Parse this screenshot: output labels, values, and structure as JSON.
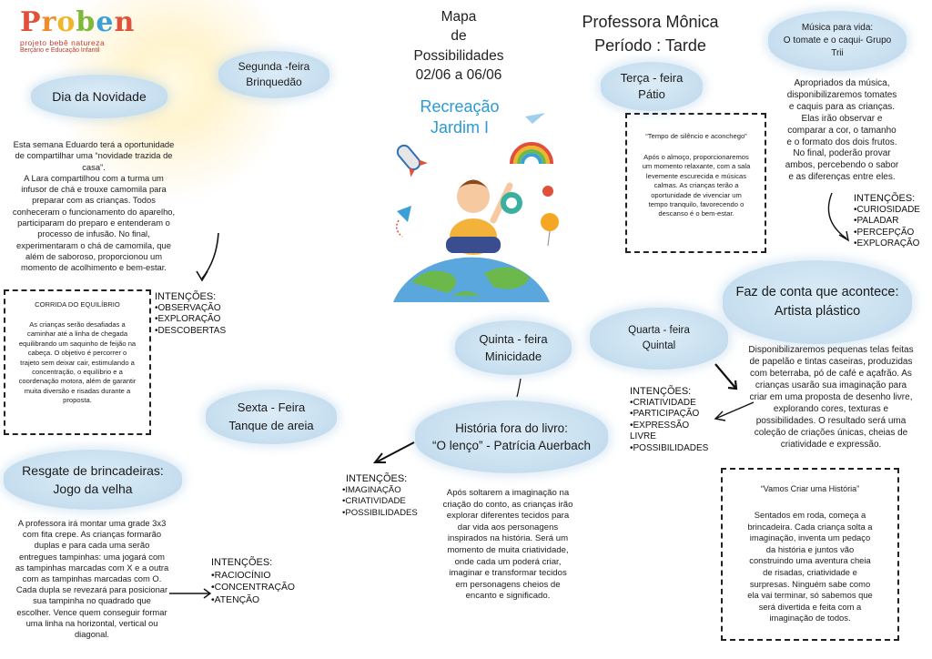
{
  "logo": {
    "name": "Proben",
    "letters": [
      "P",
      "r",
      "o",
      "b",
      "e",
      "n"
    ],
    "letter_colors": [
      "#e0503a",
      "#f08a2a",
      "#f0b62a",
      "#7fb83a",
      "#3aa0d8",
      "#e0503a"
    ],
    "line1": "projeto bebê natureza",
    "line2": "Berçário e Educação Infantil"
  },
  "header": {
    "title_lines": [
      "Mapa",
      "de",
      "Possibilidades",
      "02/06 a 06/06"
    ],
    "subtitle_lines": [
      "Recreação",
      "Jardim I"
    ],
    "teacher": "Professora Mônica",
    "period": "Período : Tarde",
    "accent_color": "#2a9bd4"
  },
  "monday": {
    "day_lines": [
      "Segunda -feira",
      "Brinquedão"
    ],
    "novelty_title": "Dia da Novidade",
    "novelty_text": [
      "Esta semana Eduardo terá a oportunidade",
      "de compartilhar uma “novidade trazida de",
      "casa”.",
      "A Lara compartilhou com a turma um",
      "infusor de chá e trouxe camomila para",
      "preparar com as crianças. Todos",
      "conheceram o funcionamento do aparelho,",
      "participaram do preparo e entenderam o",
      "processo de infusão. No final,",
      "experimentaram o chá de camomila, que",
      "além de saboroso, proporcionou um",
      "momento de acolhimento e bem-estar."
    ],
    "box_title": "CORRIDA DO EQUILÍBRIO",
    "box_text": [
      "As crianças serão desafiadas a",
      "caminhar até a linha de chegada",
      "equilibrando um saquinho de feijão na",
      "cabeça. O objetivo é percorrer o",
      "trajeto sem deixar cair, estimulando a",
      "concentração, o equilíbrio e a",
      "coordenação motora, além de garantir",
      "muita diversão e risadas durante a",
      "proposta."
    ],
    "intentions_title": "INTENÇÕES:",
    "intentions": [
      "•OBSERVAÇÃO",
      "•EXPLORAÇÃO",
      "•DESCOBERTAS"
    ]
  },
  "tuesday": {
    "day_lines": [
      "Terça - feira",
      "Pátio"
    ],
    "box_title": "“Tempo de silêncio e aconchego”",
    "box_text": [
      "Após o almoço, proporcionaremos",
      "um momento relaxante, com a sala",
      "levemente escurecida e músicas",
      "calmas. As crianças terão a",
      "oportunidade de vivenciar um",
      "tempo tranquilo, favorecendo o",
      "descanso  é o bem-estar."
    ],
    "music_title_lines": [
      "Música para vida:",
      "O tomate e o caqui- Grupo",
      "Trii"
    ],
    "music_text": [
      "Apropriados da música,",
      "disponibilizaremos tomates",
      "e caquis para as crianças.",
      "Elas irão observar e",
      "comparar a cor, o tamanho",
      "e o formato dos dois frutos.",
      "No final, poderão provar",
      "ambos, percebendo o sabor",
      "e as diferenças entre eles."
    ],
    "intentions_title": "INTENÇÕES:",
    "intentions": [
      "•CURIOSIDADE",
      "•PALADAR",
      "•PERCEPÇÃO",
      "•EXPLORAÇÃO"
    ]
  },
  "wednesday": {
    "day_lines": [
      "Quarta - feira",
      "Quintal"
    ],
    "title_lines": [
      "Faz de conta que acontece:",
      "Artista plástico"
    ],
    "text": [
      "Disponibilizaremos pequenas telas feitas",
      "de papelão e tintas caseiras, produzidas",
      "com beterraba, pó de café e açafrão. As",
      "crianças usarão sua imaginação para",
      "criar em uma proposta de desenho livre,",
      "explorando cores, texturas e",
      "possibilidades. O resultado será uma",
      "coleção de criações únicas, cheias de",
      "criatividade e expressão."
    ],
    "intentions_title": "INTENÇÕES:",
    "intentions": [
      "•CRIATIVIDADE",
      "•PARTICIPAÇÃO",
      "•EXPRESSÃO",
      "LIVRE",
      "•POSSIBILIDADES"
    ],
    "box_title": "“Vamos Criar uma História”",
    "box_text": [
      "Sentados em roda, começa a",
      "brincadeira. Cada criança solta a",
      "imaginação, inventa um pedaço",
      "da história e  juntos vão",
      "construindo uma aventura cheia",
      "de risadas, criatividade e",
      "surpresas. Ninguém sabe como",
      "ela vai terminar, só sabemos que",
      "será divertida e feita com a",
      "imaginação de todos."
    ]
  },
  "thursday": {
    "day_lines": [
      "Quinta - feira",
      "Minicidade"
    ],
    "title_lines": [
      "História fora do livro:",
      "“O lenço” - Patrícia Auerbach"
    ],
    "text": [
      "Após soltarem a imaginação na",
      "criação do conto, as crianças irão",
      "explorar diferentes tecidos para",
      "dar vida aos personagens",
      "inspirados na história. Será um",
      "momento de muita criatividade,",
      "onde cada um poderá criar,",
      "imaginar e transformar tecidos",
      "em personagens cheios de",
      "encanto e significado."
    ],
    "intentions_title": "INTENÇÕES:",
    "intentions": [
      "•IMAGINAÇÃO",
      "•CRIATIVIDADE",
      "•POSSIBILIDADES"
    ]
  },
  "friday": {
    "day_lines": [
      "Sexta - Feira",
      "Tanque de areia"
    ],
    "title_lines": [
      "Resgate de brincadeiras:",
      "Jogo da velha"
    ],
    "text": [
      "A professora irá montar uma grade 3x3",
      "com fita crepe. As crianças formarão",
      "duplas e para cada uma serão",
      "entregues tampinhas: uma jogará com",
      "as tampinhas marcadas com X e a outra",
      "com as tampinhas marcadas com O.",
      "Cada dupla se revezará para posicionar",
      "sua tampinha no quadrado que",
      "escolher. Vence quem conseguir formar",
      "uma linha na horizontal, vertical ou",
      "diagonal."
    ],
    "intentions_title": "INTENÇÕES:",
    "intentions": [
      "•RACIOCÍNIO",
      "•CONCENTRAÇÃO",
      "•ATENÇÃO"
    ]
  }
}
